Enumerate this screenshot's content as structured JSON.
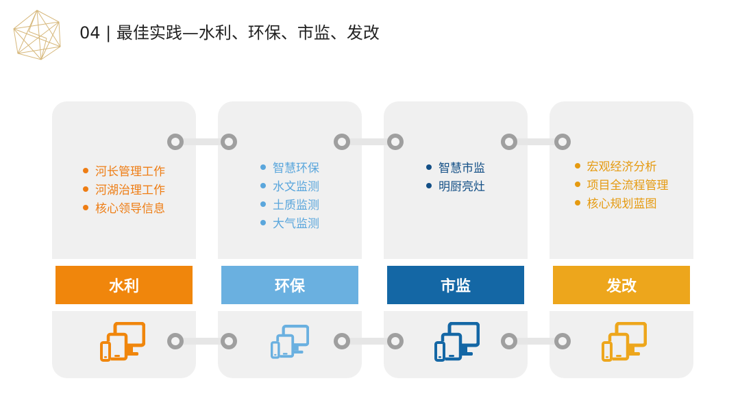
{
  "header": {
    "title": "04 | 最佳实践—水利、环保、市监、发改"
  },
  "categories": [
    {
      "label": "水利",
      "color": "#f0860c",
      "text_color": "#ee7d14",
      "items": [
        "河长管理工作",
        "河湖治理工作",
        "核心领导信息"
      ],
      "icon": "device-icon"
    },
    {
      "label": "环保",
      "color": "#6ab0e0",
      "text_color": "#5aa6dc",
      "items": [
        "智慧环保",
        "水文监测",
        "土质监测",
        "大气监测"
      ],
      "icon": "device-icon"
    },
    {
      "label": "市监",
      "color": "#1467a5",
      "text_color": "#134f86",
      "items": [
        "智慧市监",
        "明厨亮灶"
      ],
      "icon": "device-icon"
    },
    {
      "label": "发改",
      "color": "#eda61c",
      "text_color": "#e59a10",
      "items": [
        "宏观经济分析",
        "项目全流程管理",
        "核心规划蓝图"
      ],
      "icon": "device-icon"
    }
  ],
  "connector_color": "#b4b4b4"
}
